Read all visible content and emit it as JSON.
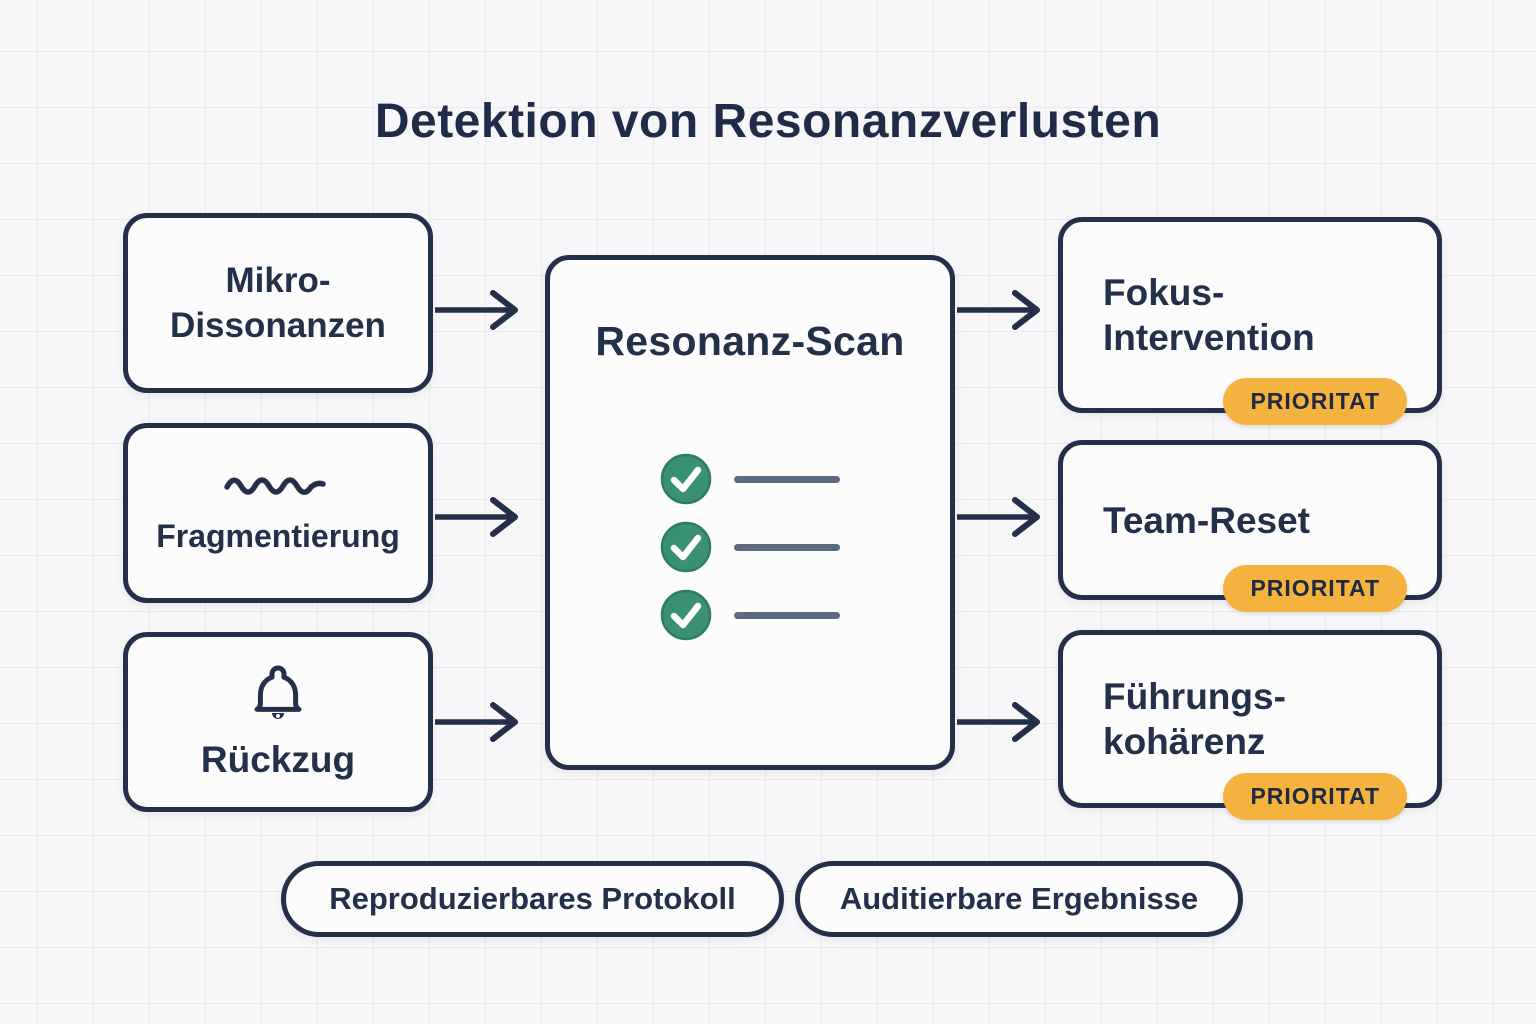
{
  "title": "Detektion von Resonanzverlusten",
  "colors": {
    "navy": "#243049",
    "green": "#3a9171",
    "orange": "#f4b23f",
    "background": "#f7f7f9",
    "grid_line": "#e9e9ee",
    "checklist_line_gray": "#5c6b80"
  },
  "inputs": [
    {
      "line1": "Mikro-",
      "line2": "Dissonanzen"
    },
    {
      "icon": "wave-icon",
      "line1": "Fragmentierung"
    },
    {
      "icon": "bell-icon",
      "line1": "Rückzug"
    }
  ],
  "process": {
    "title": "Resonanz-Scan",
    "checklist": [
      {
        "icon": "check-circle-icon"
      },
      {
        "icon": "check-circle-icon"
      },
      {
        "icon": "check-circle-icon"
      }
    ]
  },
  "outputs": [
    {
      "line1": "Fokus-",
      "line2": "Intervention",
      "badge": "PRIORITAT"
    },
    {
      "line1": "Team-Reset",
      "badge": "PRIORITAT"
    },
    {
      "line1": "Führungs-",
      "line2": "kohärenz",
      "badge": "PRIORITAT"
    }
  ],
  "footer": [
    {
      "label": "Reproduzierbares Protokoll"
    },
    {
      "label": "Auditierbare Ergebnisse"
    }
  ]
}
